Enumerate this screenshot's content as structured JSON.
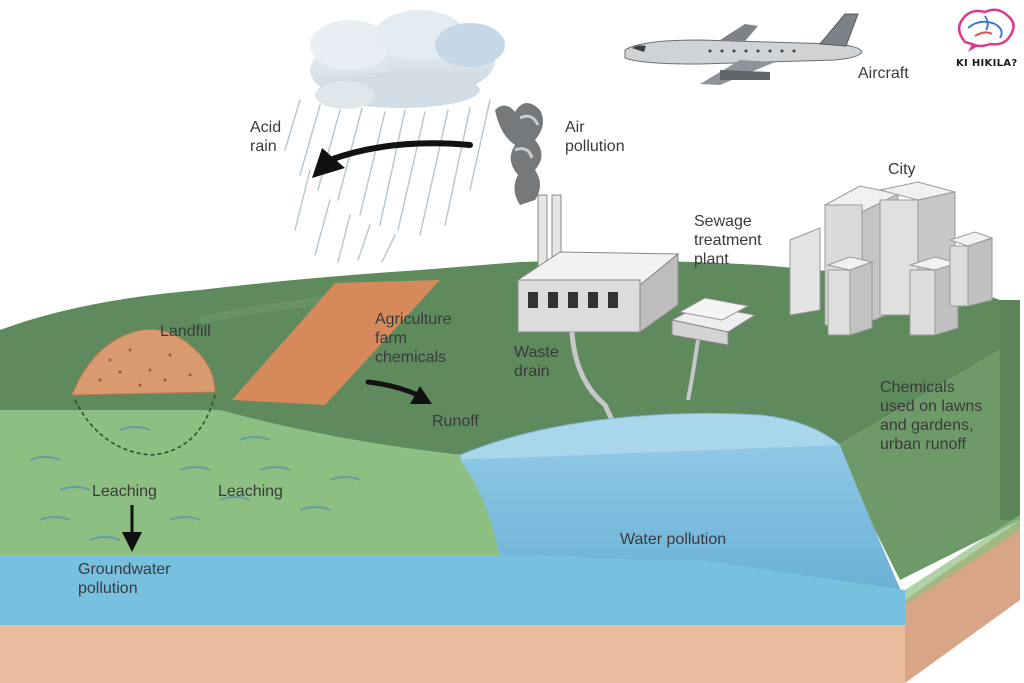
{
  "labels": {
    "aircraft": "Aircraft",
    "acid_rain": "Acid\nrain",
    "air_pollution": "Air\npollution",
    "city": "City",
    "sewage_plant": "Sewage\ntreatment\nplant",
    "landfill": "Landfill",
    "agriculture": "Agriculture\nfarm\nchemicals",
    "waste_drain": "Waste\ndrain",
    "runoff": "Runoff",
    "chemicals": "Chemicals\nused on lawns\nand gardens,\nurban runoff",
    "leaching_left": "Leaching",
    "leaching_right": "Leaching",
    "water_pollution": "Water pollution",
    "groundwater": "Groundwater\npollution"
  },
  "logo": {
    "text": "KI HIKILA?",
    "name": "brain-logo-icon"
  },
  "colors": {
    "land_top": "#5e8a5e",
    "land_front": "#8dbf82",
    "water": "#6fb3d6",
    "groundwater": "#78c0e0",
    "soil": "#ebbd9f",
    "landfill": "#d99a70",
    "farm": "#d68a5c",
    "buildings": "#dedede"
  }
}
